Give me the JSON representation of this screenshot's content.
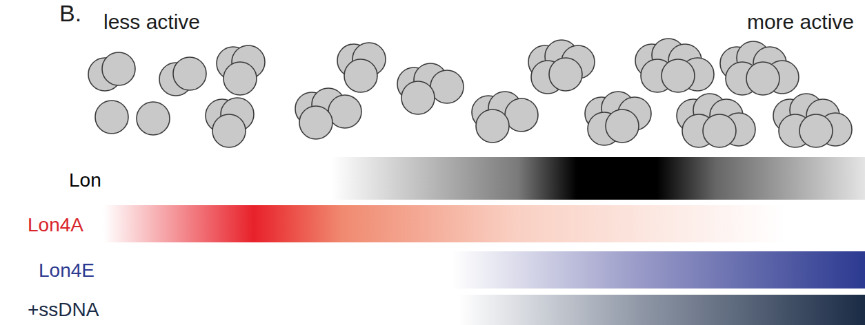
{
  "diagram": {
    "labels": [
      "B.",
      "less active",
      "more active",
      "Lon",
      "Lon4A",
      "Lon4E",
      "+ssDNA"
    ]
  }
}
